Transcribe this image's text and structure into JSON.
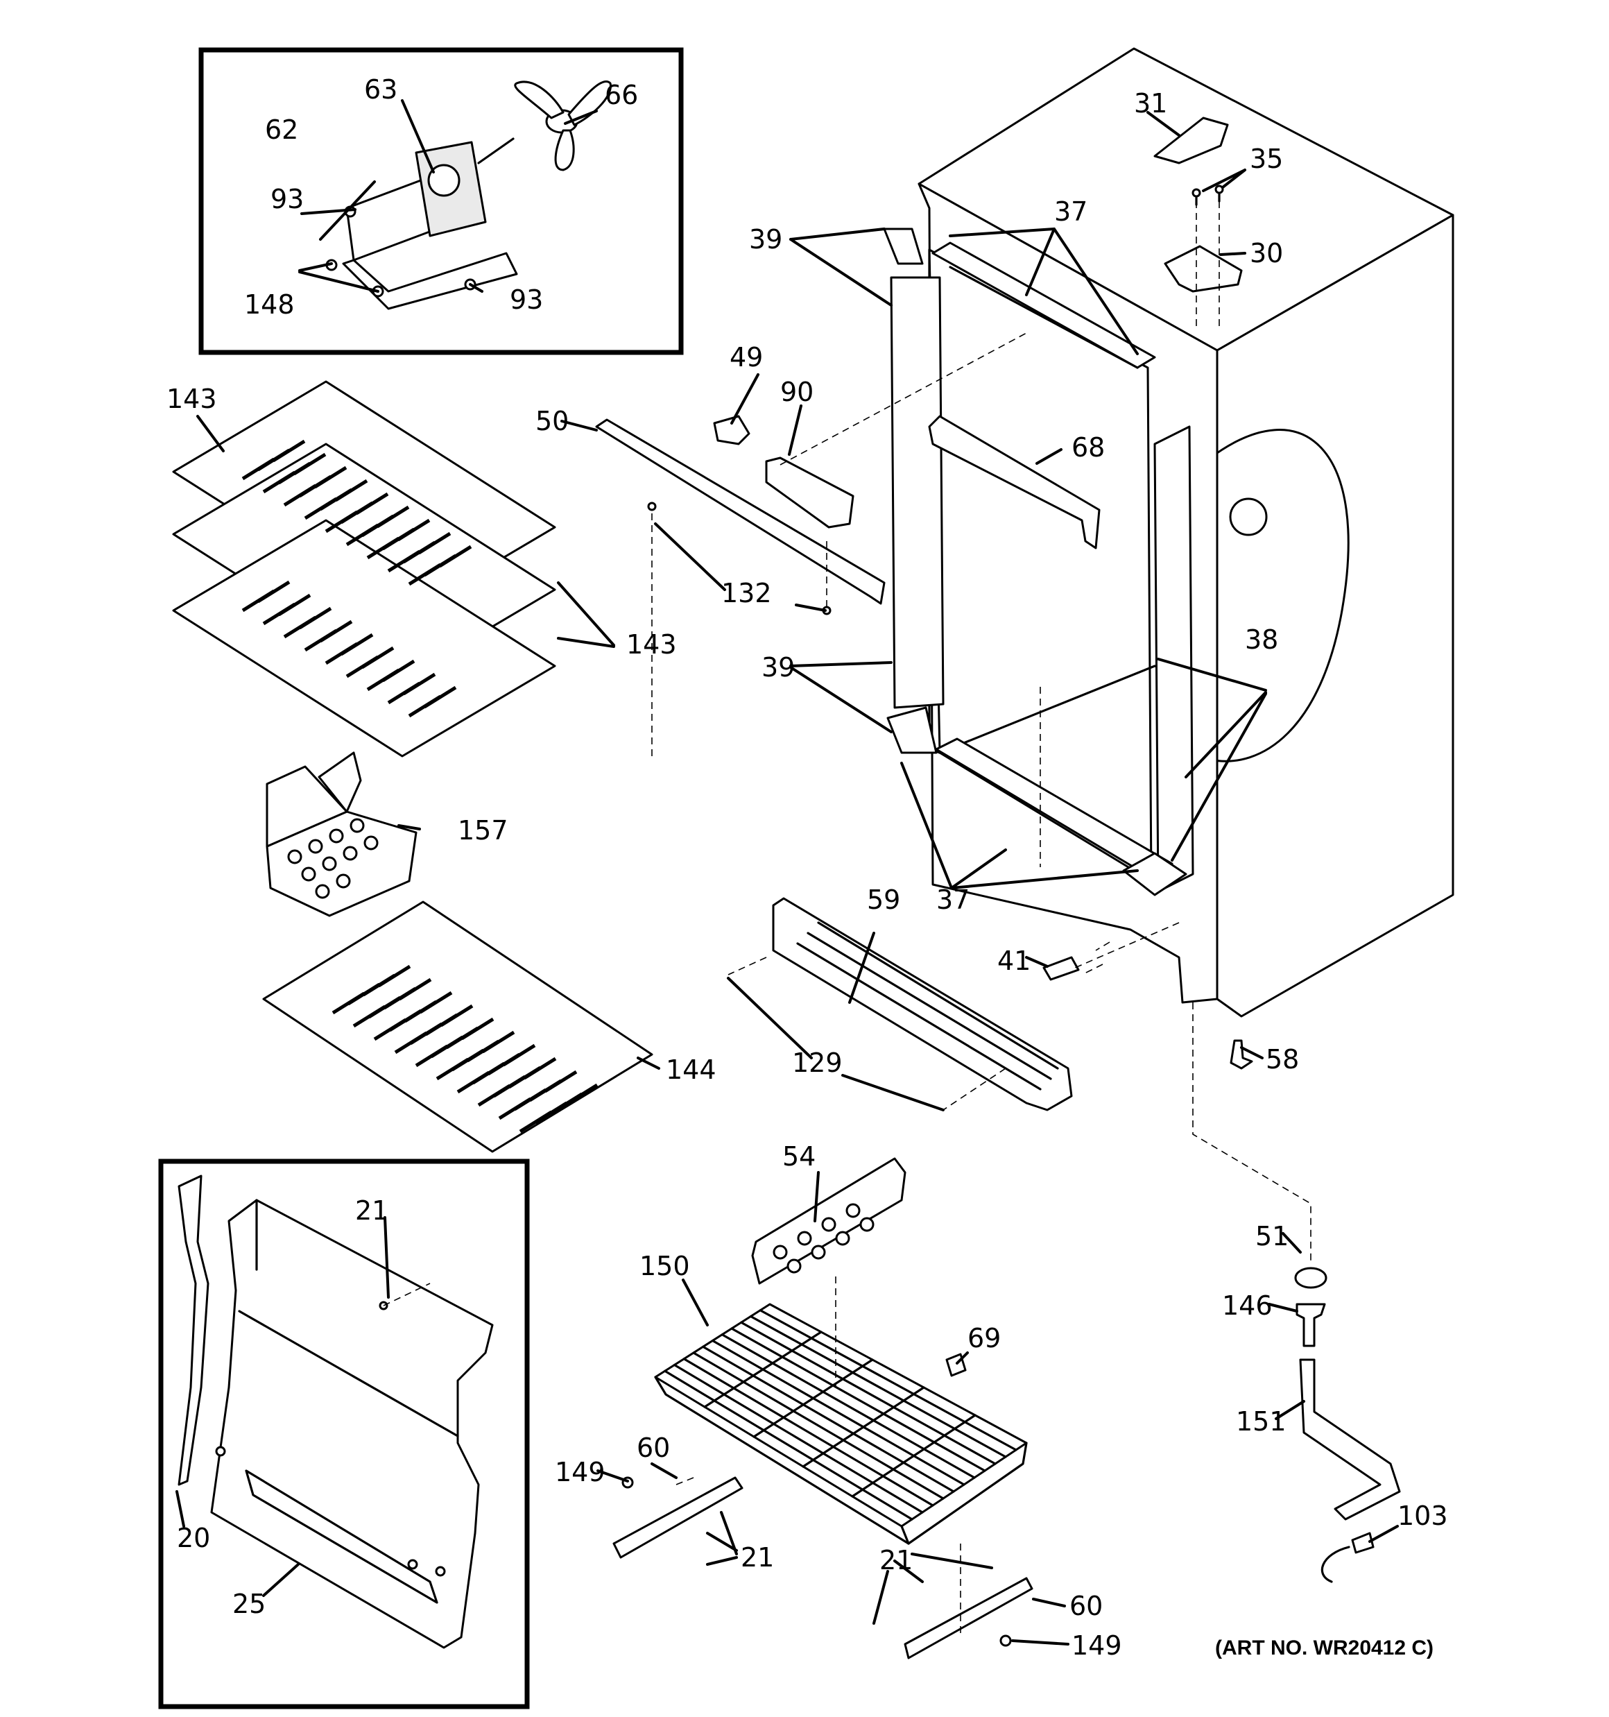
{
  "callouts": {
    "c20": "20",
    "c21a": "21",
    "c21b": "21",
    "c21c": "21",
    "c25": "25",
    "c30": "30",
    "c31": "31",
    "c35": "35",
    "c37a": "37",
    "c37b": "37",
    "c38": "38",
    "c39a": "39",
    "c39b": "39",
    "c41": "41",
    "c49": "49",
    "c50": "50",
    "c51": "51",
    "c54": "54",
    "c58": "58",
    "c59": "59",
    "c60a": "60",
    "c60b": "60",
    "c62": "62",
    "c63": "63",
    "c66": "66",
    "c68": "68",
    "c69": "69",
    "c90": "90",
    "c93a": "93",
    "c93b": "93",
    "c103": "103",
    "c129": "129",
    "c132": "132",
    "c143a": "143",
    "c143b": "143",
    "c144": "144",
    "c146": "146",
    "c148": "148",
    "c149a": "149",
    "c149b": "149",
    "c150": "150",
    "c151": "151",
    "c157": "157"
  },
  "art_number": "(ART NO. WR20412 C)"
}
